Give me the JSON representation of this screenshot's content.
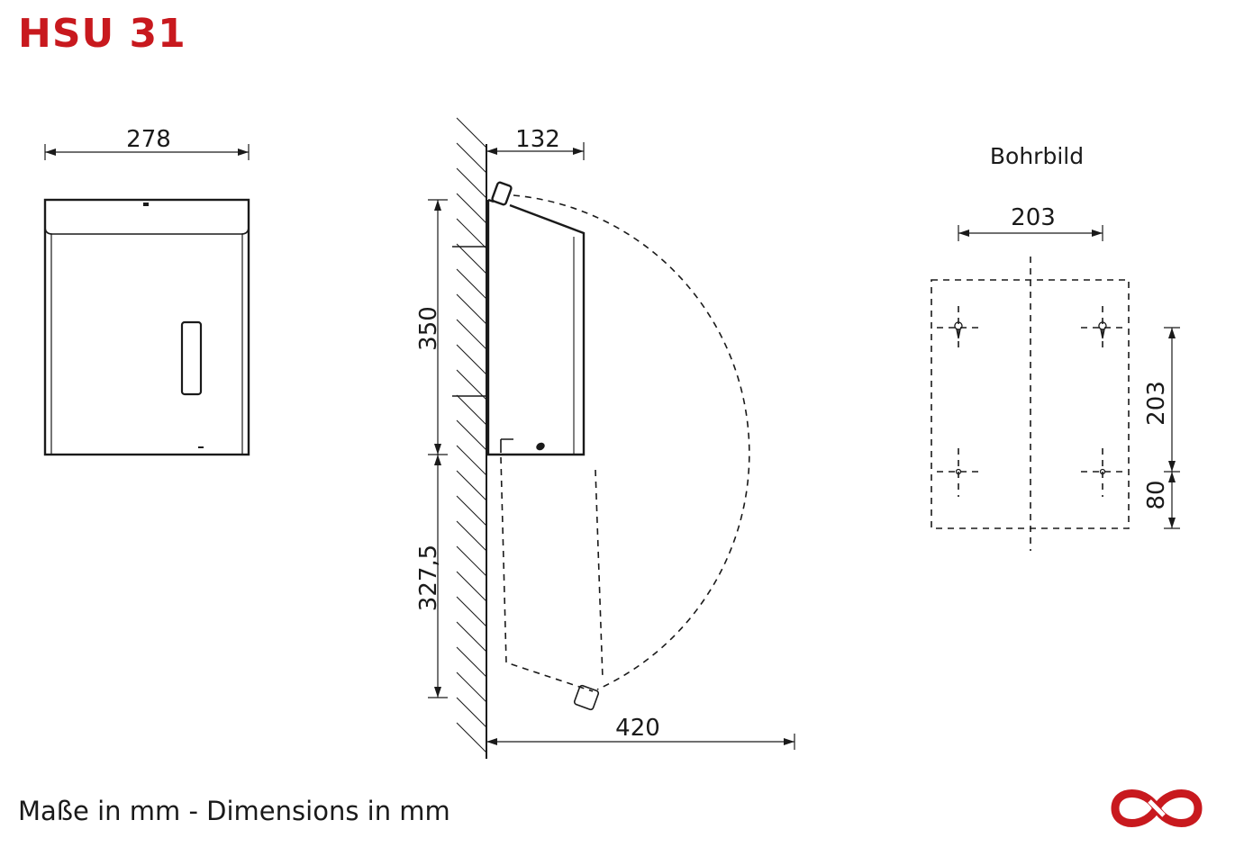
{
  "title": "HSU 31",
  "footer": "Maße in mm - Dimensions in mm",
  "colors": {
    "brand": "#c8191e",
    "line": "#1a1a1a"
  },
  "front_view": {
    "width_label": "278"
  },
  "side_view": {
    "depth_label": "132",
    "height_label": "350",
    "open_drop_label": "327,5",
    "swing_label": "420"
  },
  "drill_pattern": {
    "title": "Bohrbild",
    "horizontal_label": "203",
    "vertical_label": "203",
    "bottom_offset_label": "80"
  },
  "logo": {
    "icon": "interlocking-loops-logo"
  }
}
